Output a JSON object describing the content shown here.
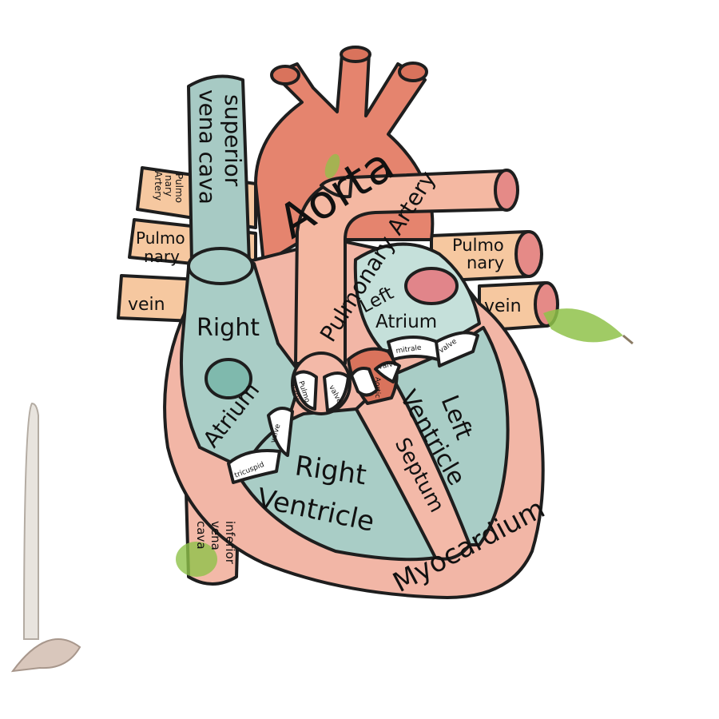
{
  "colors": {
    "aorta": "#e5846e",
    "aorta_dark": "#d9735c",
    "pulmonary_artery": "#f4b8a2",
    "pink": "#f3b9a8",
    "myocardium": "#f2b6a6",
    "chamber": "#a9cdc6",
    "chamber_light": "#c5e0da",
    "vena_cava": "#a7cac4",
    "vein": "#f6c8a0",
    "spot_teal": "#7fb9ad",
    "spot_pink": "#e1858a",
    "valve": "#ffffff",
    "leaf": "#8fc24a",
    "outline": "#1e1e1e"
  },
  "labels": {
    "aorta": "Aorta",
    "pulmonary_artery": "Pulmonary Artery",
    "superior_vena_cava_line1": "superior",
    "superior_vena_cava_line2": "vena cava",
    "inferior_vena_cava_line1": "inferior",
    "inferior_vena_cava_line2": "vena",
    "inferior_vena_cava_line3": "cava",
    "left_pulmonary_artery_line1": "Pulmo",
    "left_pulmonary_artery_line2": "nary",
    "left_pulmonary_artery_line3": "Artery",
    "left_pulmonary_vein_line1": "Pulmo",
    "left_pulmonary_vein_line2": "nary",
    "left_vein": "vein",
    "right_pulmonary_vein_line1": "Pulmo",
    "right_pulmonary_vein_line2": "nary",
    "right_vein": "vein",
    "right_atrium_line1": "Right",
    "right_atrium_line2": "Atrium",
    "left_atrium_line1": "Left",
    "left_atrium_line2": "Atrium",
    "right_ventricle_line1": "Right",
    "right_ventricle_line2": "Ventricle",
    "left_ventricle_line1": "Left",
    "left_ventricle_line2": "Ventricle",
    "septum": "Septum",
    "myocardium": "Myocardium",
    "tricuspid": "tricuspid",
    "tricuspid_valve": "valve",
    "mitral": "mitrale",
    "mitral_valve": "valve",
    "pulmonary_valve_line1": "Pulmo",
    "pulmonary_valve_line2": "nary",
    "pulmonary_valve_word": "valve",
    "aortic": "Aortic",
    "aortic_valve": "valve"
  }
}
